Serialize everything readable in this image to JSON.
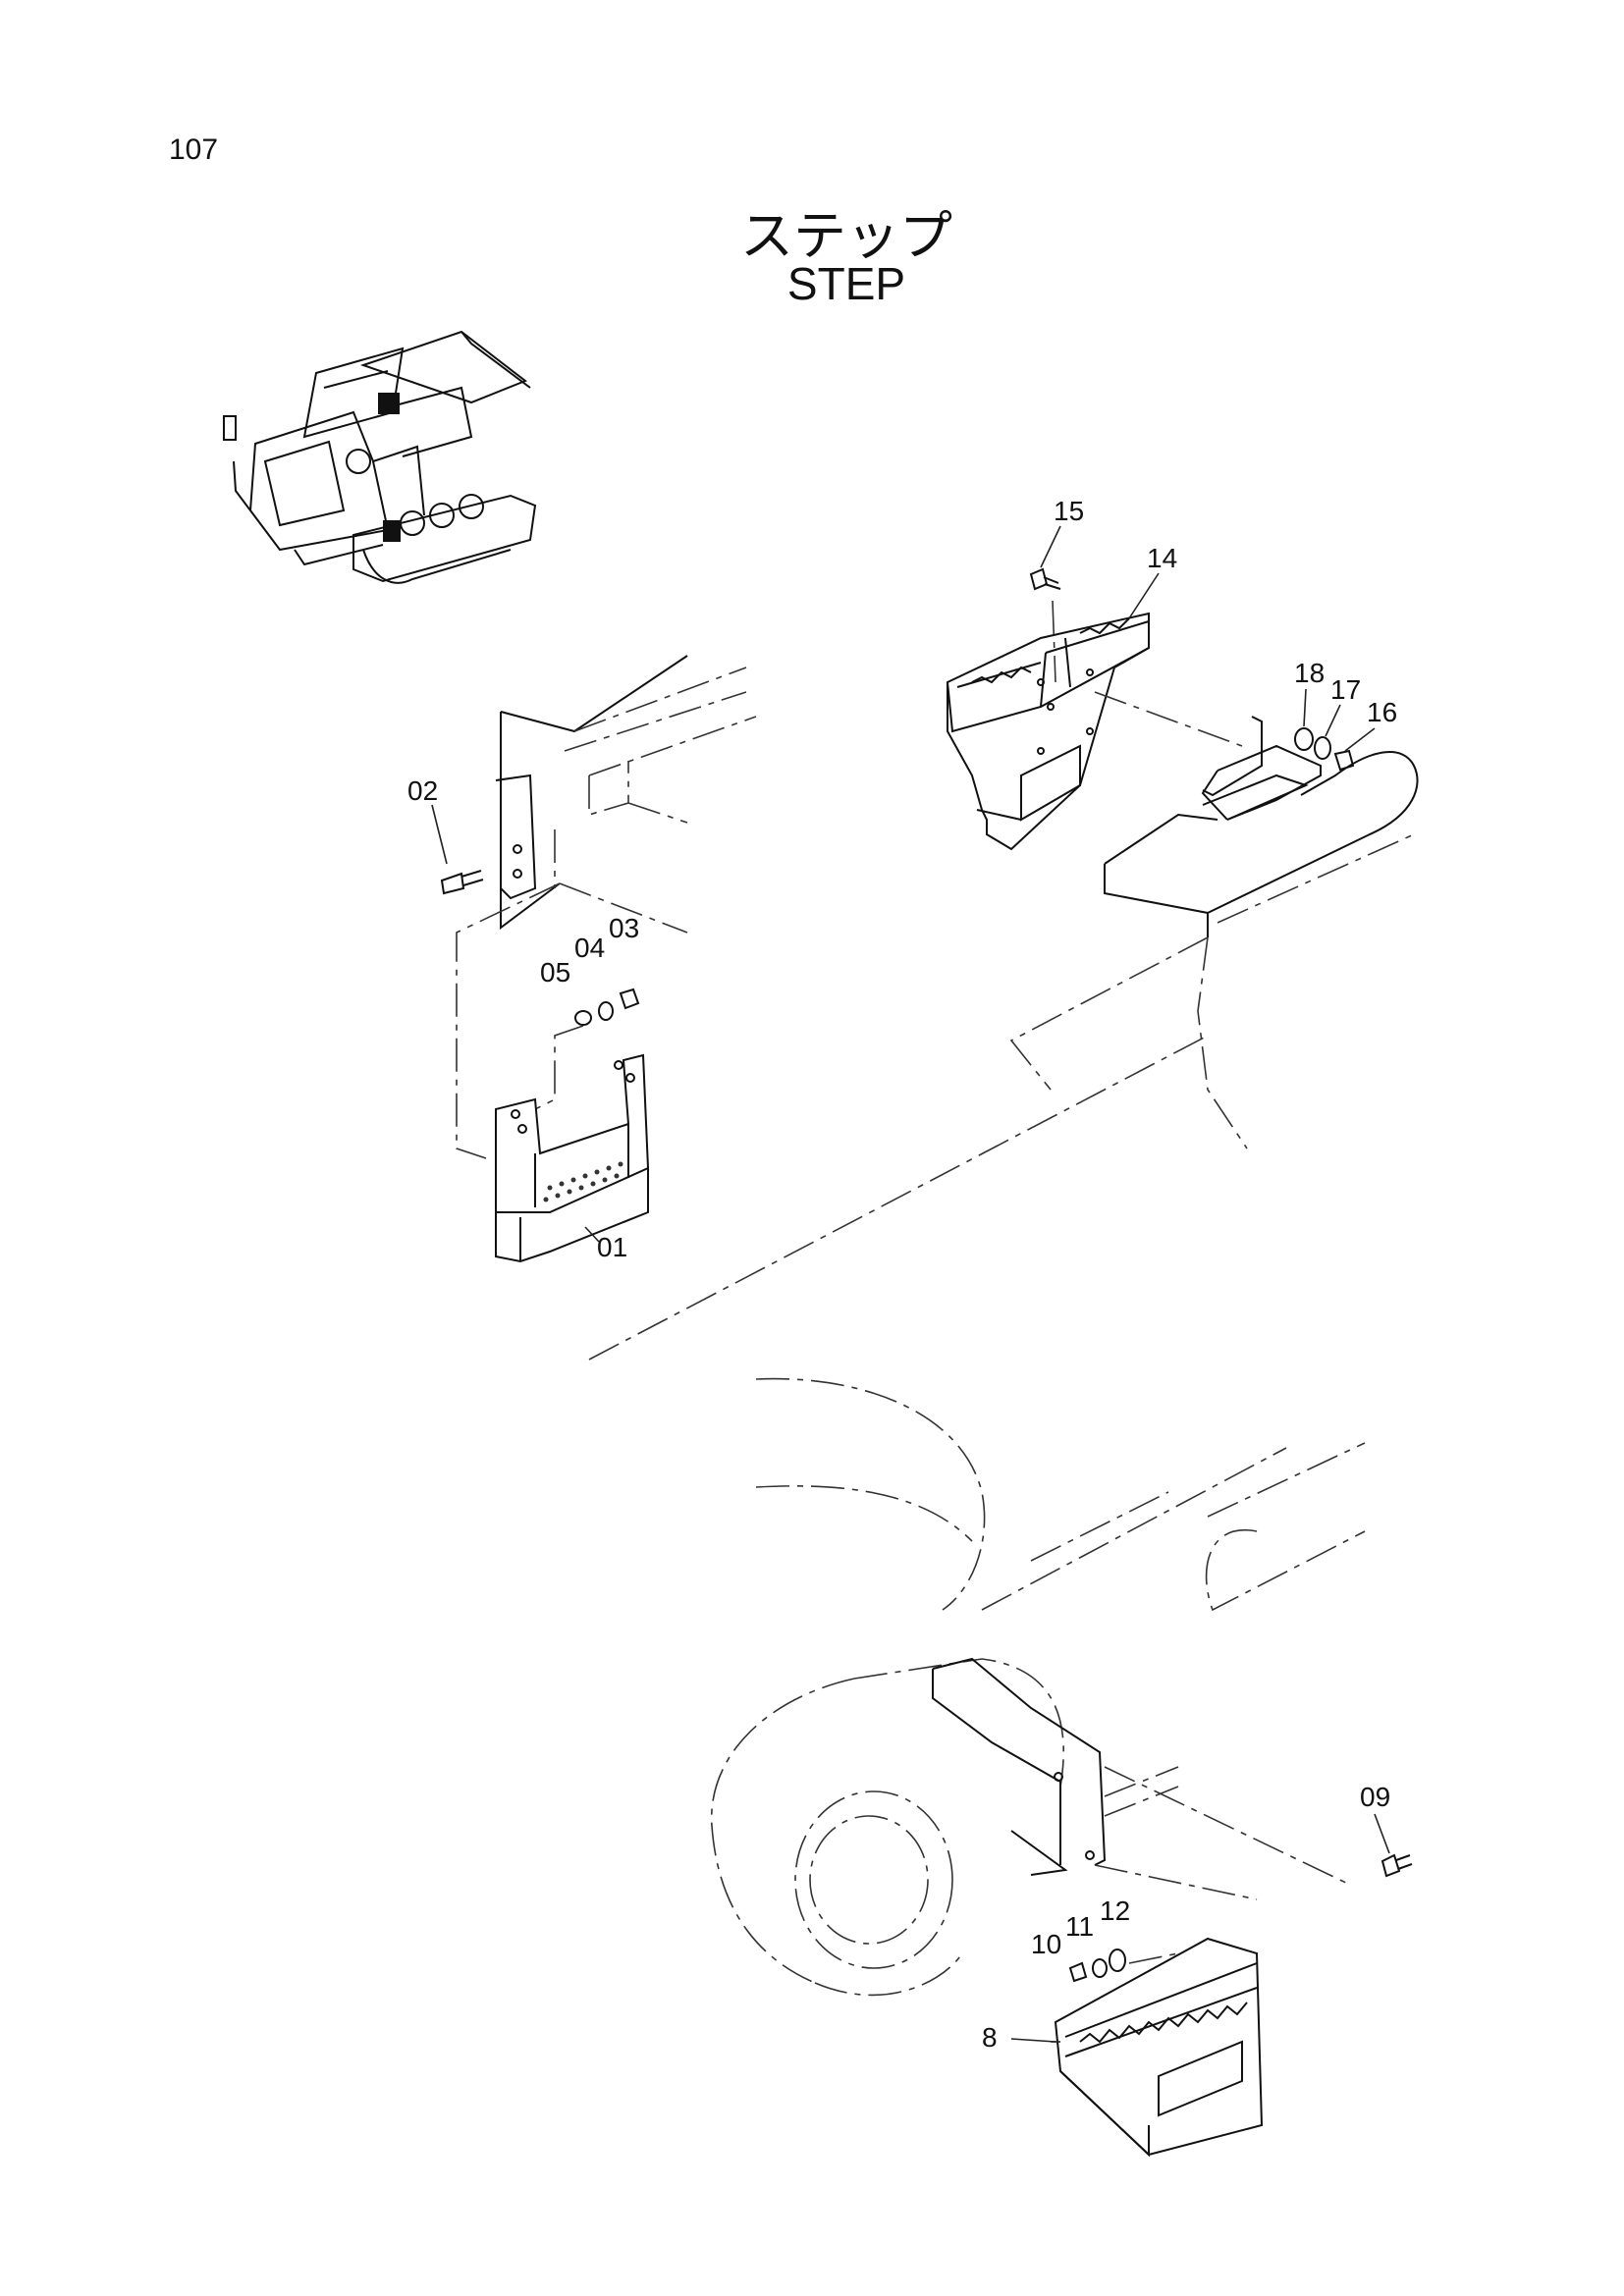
{
  "page": {
    "number": "107"
  },
  "title": {
    "japanese": "ステップ",
    "english": "STEP"
  },
  "callouts": {
    "c01": "01",
    "c02": "02",
    "c03": "03",
    "c04": "04",
    "c05": "05",
    "c8": "8",
    "c09": "09",
    "c10": "10",
    "c11": "11",
    "c12": "12",
    "c14": "14",
    "c15": "15",
    "c16": "16",
    "c17": "17",
    "c18": "18"
  }
}
